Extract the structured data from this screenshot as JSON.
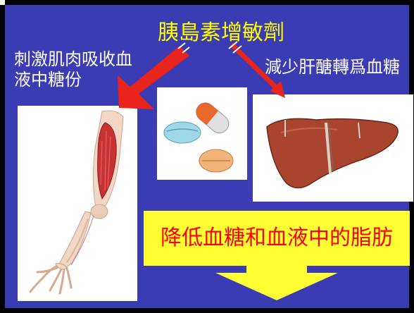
{
  "title": "胰島素增敏劑",
  "left_effect": {
    "line1": "刺激肌肉吸收血",
    "line2": "液中糖份"
  },
  "right_effect": "減少肝醣轉爲血糖",
  "result": "降低血糖和血液中的脂肪",
  "colors": {
    "background": "#3b3bb3",
    "title": "#ffff00",
    "arrow": "#e8241c",
    "callout_fill": "#ffff33",
    "result_text": "#ff0000"
  },
  "images": [
    {
      "name": "arm-muscle-illustration"
    },
    {
      "name": "pills-illustration"
    },
    {
      "name": "liver-illustration"
    }
  ]
}
